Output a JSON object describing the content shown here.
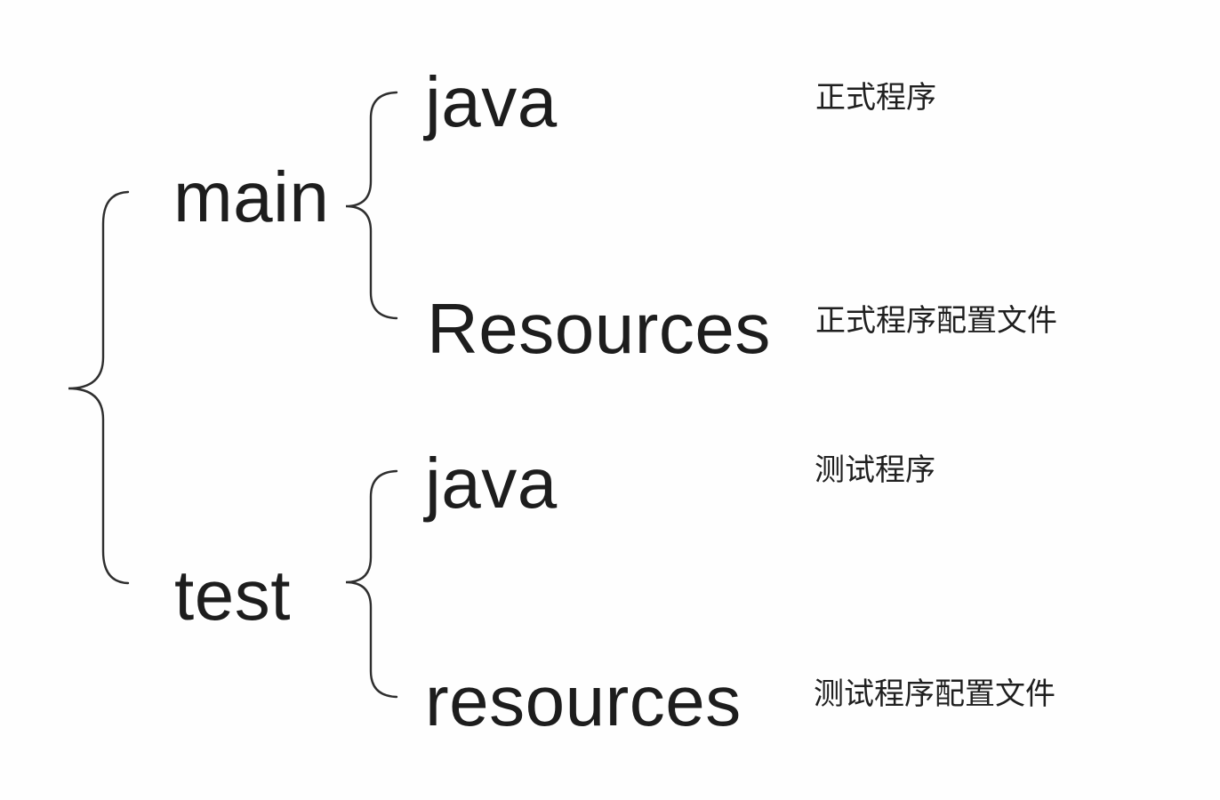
{
  "page": {
    "background": "#fefefe",
    "text_color": "#1d1d1d",
    "line_color": "#2e2e2e"
  },
  "tree": {
    "groups": [
      {
        "parent": "main",
        "children": [
          {
            "label": "java",
            "annotation": "正式程序"
          },
          {
            "label": "Resources",
            "annotation": "正式程序配置文件"
          }
        ]
      },
      {
        "parent": "test",
        "children": [
          {
            "label": "java",
            "annotation": "测试程序"
          },
          {
            "label": "resources",
            "annotation": "测试程序配置文件"
          }
        ]
      }
    ]
  }
}
